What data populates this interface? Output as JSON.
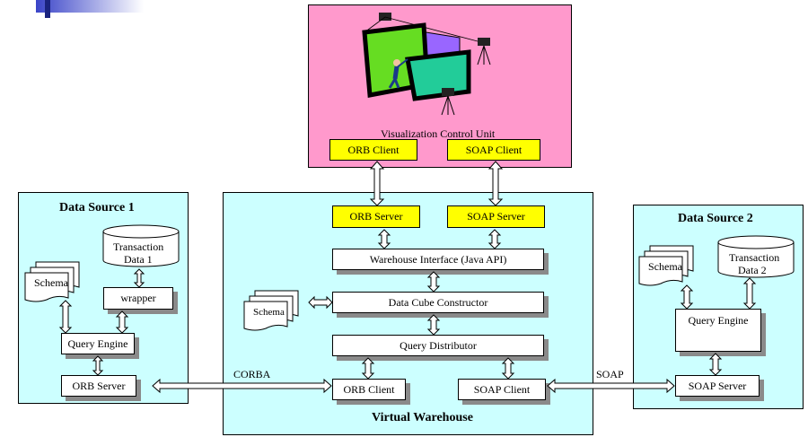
{
  "visualization": {
    "title": "Visualization Control Unit",
    "orb_client": "ORB Client",
    "soap_client": "SOAP Client"
  },
  "warehouse": {
    "title": "Virtual Warehouse",
    "orb_server": "ORB Server",
    "soap_server": "SOAP Server",
    "interface": "Warehouse Interface (Java API)",
    "data_cube": "Data Cube Constructor",
    "schema": "Schema",
    "query_distributor": "Query Distributor",
    "orb_client": "ORB Client",
    "soap_client": "SOAP Client"
  },
  "source1": {
    "title": "Data Source 1",
    "transaction_line1": "Transaction",
    "transaction_line2": "Data 1",
    "schema": "Schema",
    "wrapper": "wrapper",
    "query_engine": "Query Engine",
    "orb_server": "ORB Server"
  },
  "source2": {
    "title": "Data Source 2",
    "schema": "Schema",
    "transaction_line1": "Transaction",
    "transaction_line2": "Data 2",
    "query_engine": "Query Engine",
    "soap_server": "SOAP Server"
  },
  "links": {
    "corba": "CORBA",
    "soap": "SOAP"
  },
  "colors": {
    "visualization_bg": "#ff99cc",
    "panel_bg": "#ccffff",
    "component_yellow": "#ffff00"
  }
}
